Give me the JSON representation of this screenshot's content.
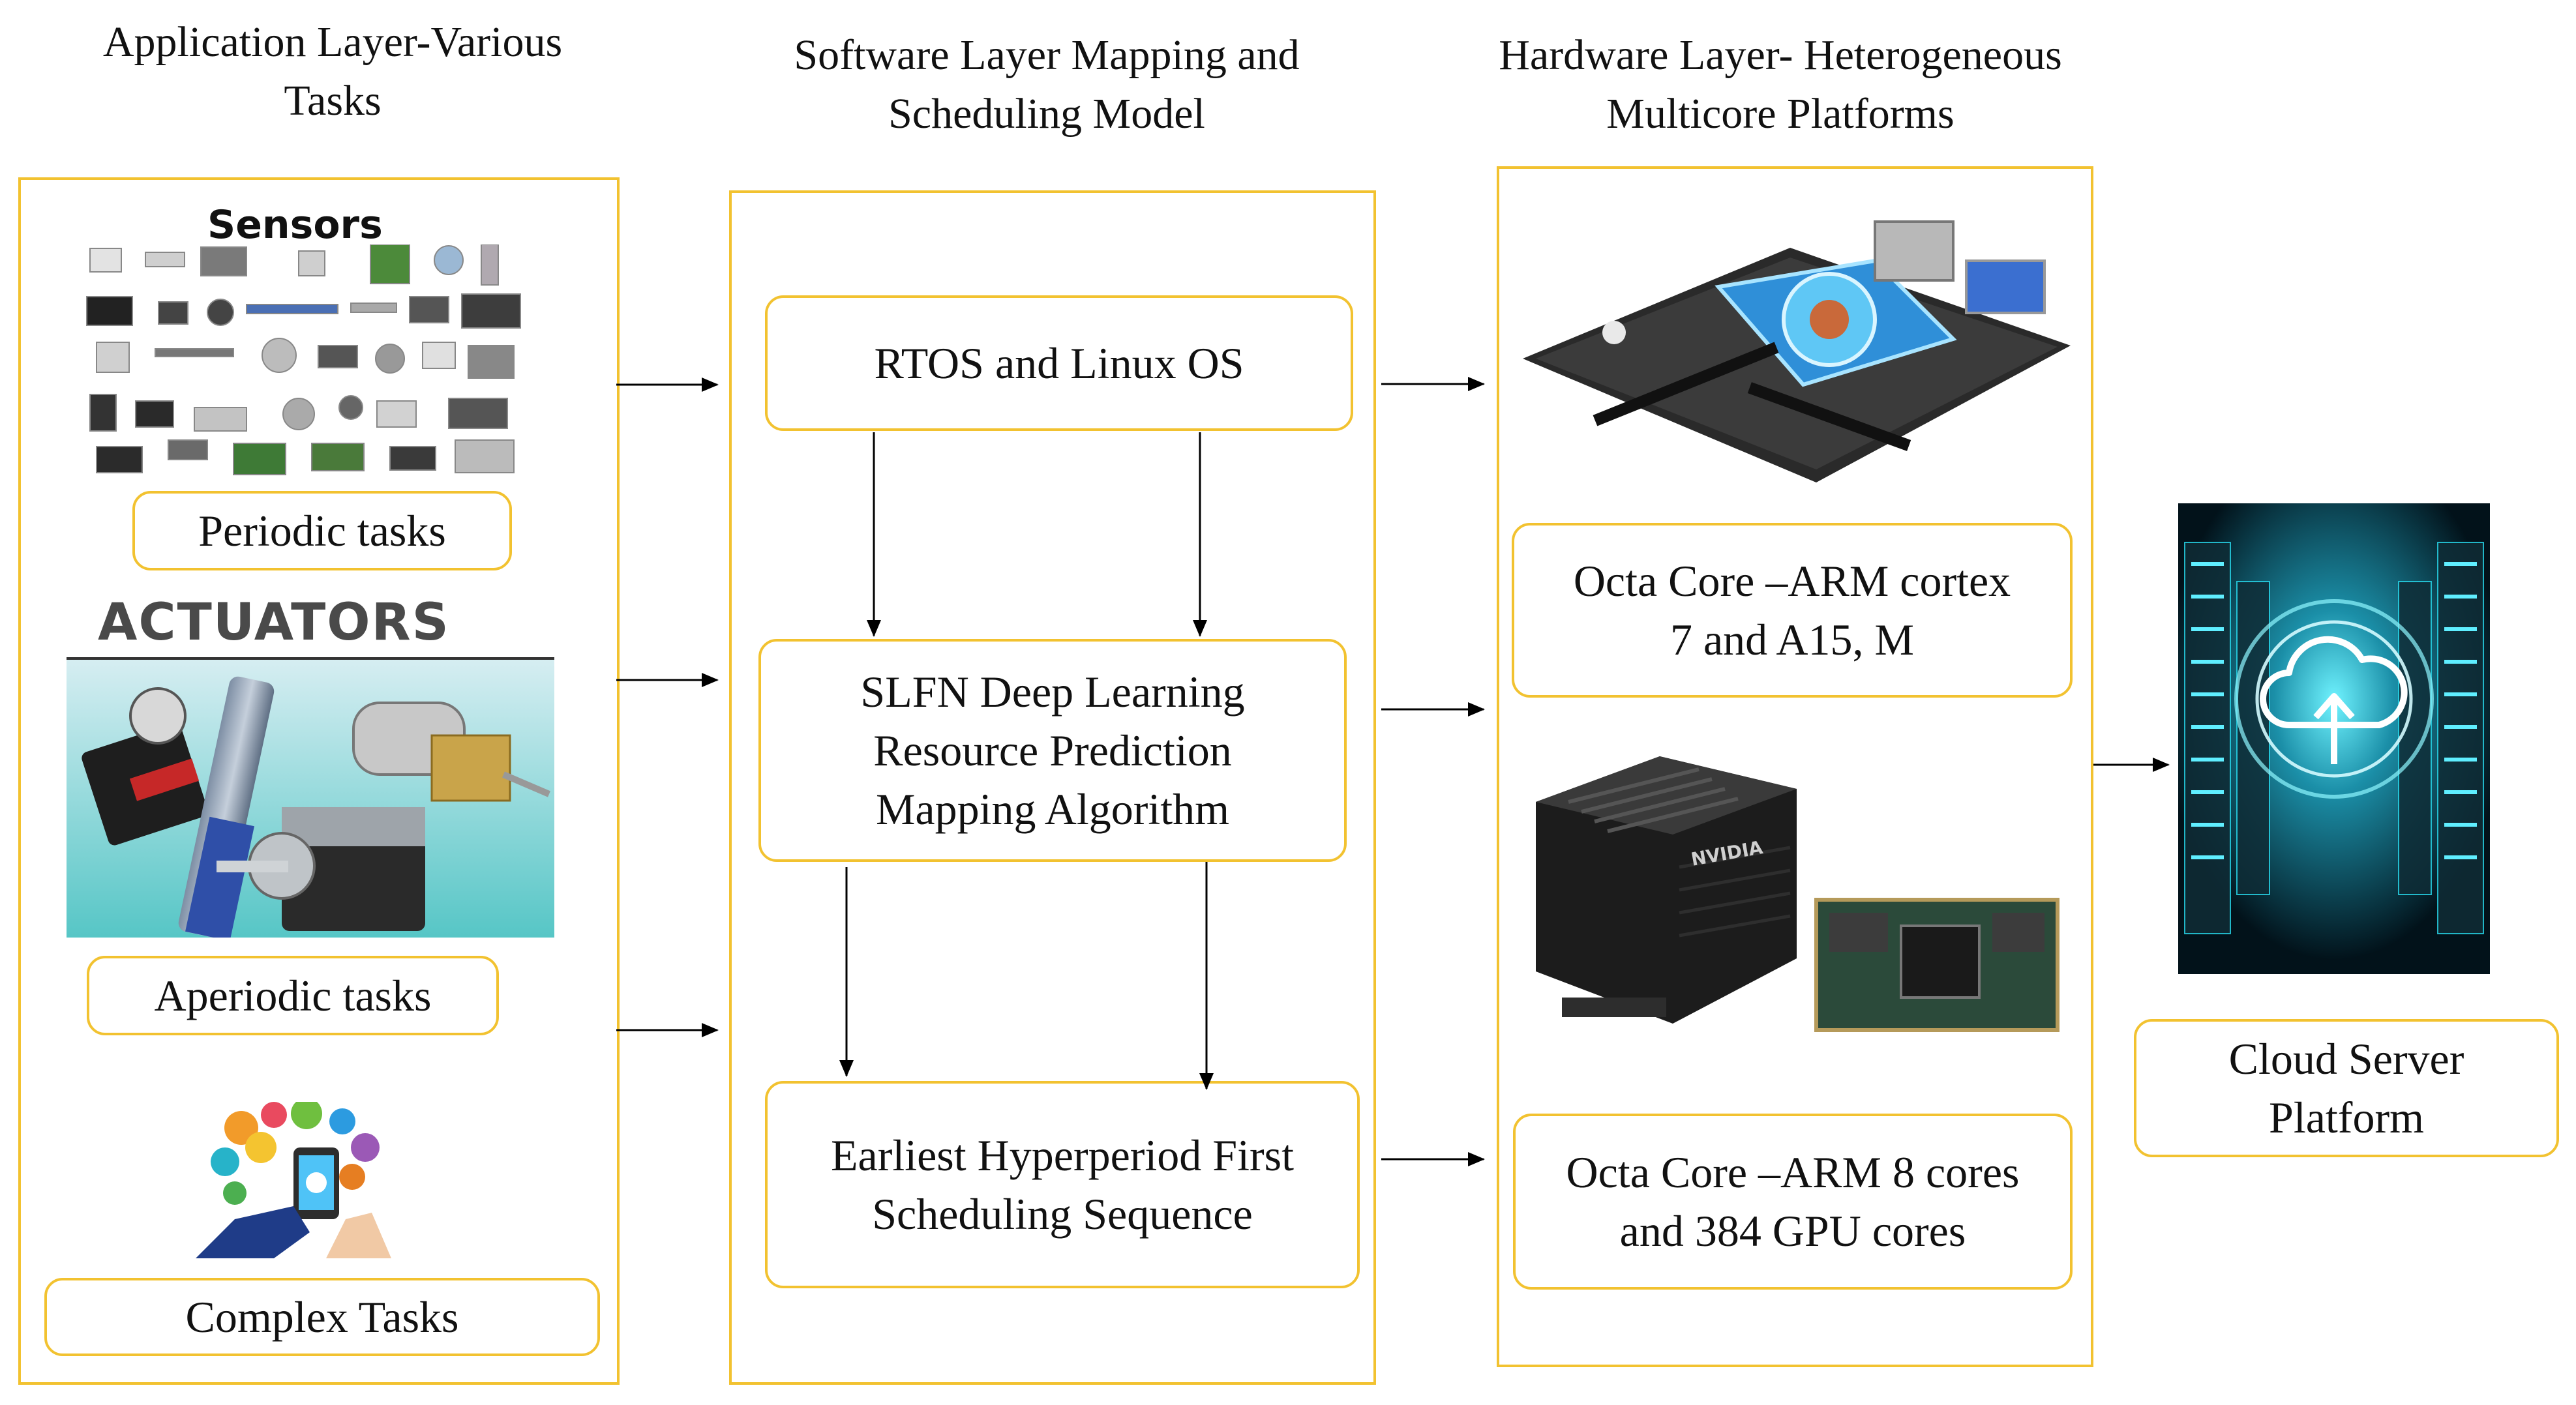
{
  "headings": {
    "application": "Application Layer-Various\nTasks",
    "software": "Software Layer Mapping and\nScheduling Model",
    "hardware": "Hardware Layer- Heterogeneous\nMulticore Platforms"
  },
  "application_layer": {
    "sensors_title": "Sensors",
    "actuators_title": "ACTUATORS",
    "periodic": "Periodic tasks",
    "aperiodic": "Aperiodic tasks",
    "complex": "Complex Tasks"
  },
  "software_layer": {
    "os": "RTOS and Linux OS",
    "slfn": "SLFN Deep Learning\nResource Prediction\nMapping Algorithm",
    "ehf": "Earliest Hyperperiod First\nScheduling Sequence"
  },
  "hardware_layer": {
    "octa_arm": "Octa Core –ARM cortex\n7 and A15, M",
    "octa_gpu": "Octa Core –ARM 8 cores\nand 384 GPU cores",
    "nvidia_logo": "NVIDIA"
  },
  "cloud": {
    "label": "Cloud Server\nPlatform"
  },
  "colors": {
    "box_border": "#f2c230",
    "arrow": "#000000",
    "cloud_glow": "#27d3e6"
  }
}
